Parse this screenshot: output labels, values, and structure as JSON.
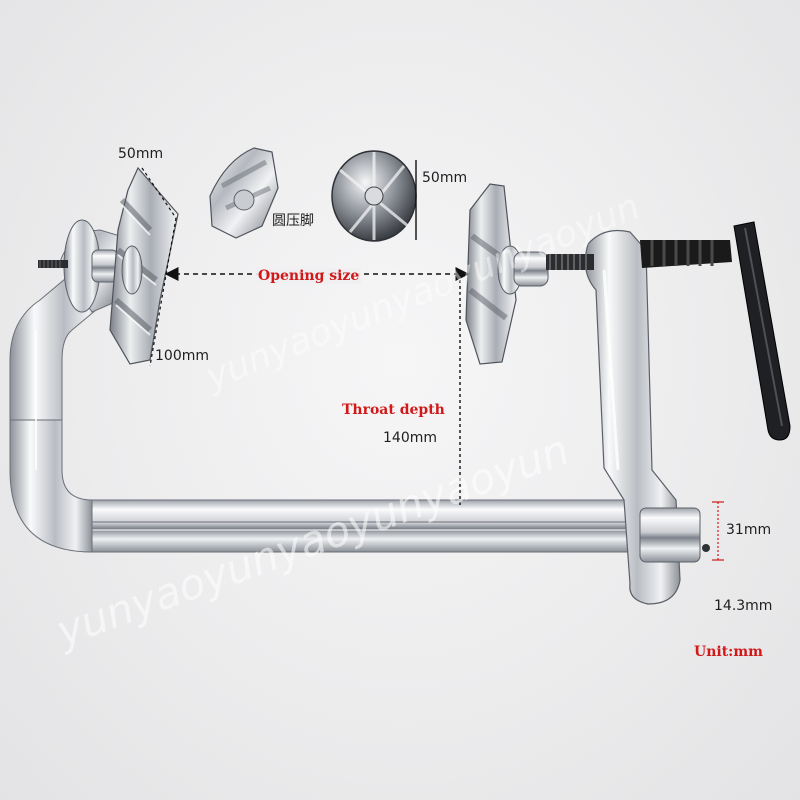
{
  "dimensions": {
    "jaw_width": "50mm",
    "pad_diameter": "50mm",
    "jaw_height": "100mm",
    "throat_depth_value": "140mm",
    "bar_height": "31mm",
    "bar_thickness": "14.3mm"
  },
  "labels": {
    "opening_size": "Opening size",
    "throat_depth": "Throat depth",
    "round_pad": "圆压脚",
    "unit": "Unit:mm"
  },
  "watermark": {
    "text": "yunyaoyunyaoyunyaoyun"
  },
  "colors": {
    "label_red": "#d11919",
    "dimension_line": "#111111",
    "chrome_light": "#f4f5f7",
    "chrome_dark": "#5c6068",
    "handle_black": "#1a1a1a"
  }
}
